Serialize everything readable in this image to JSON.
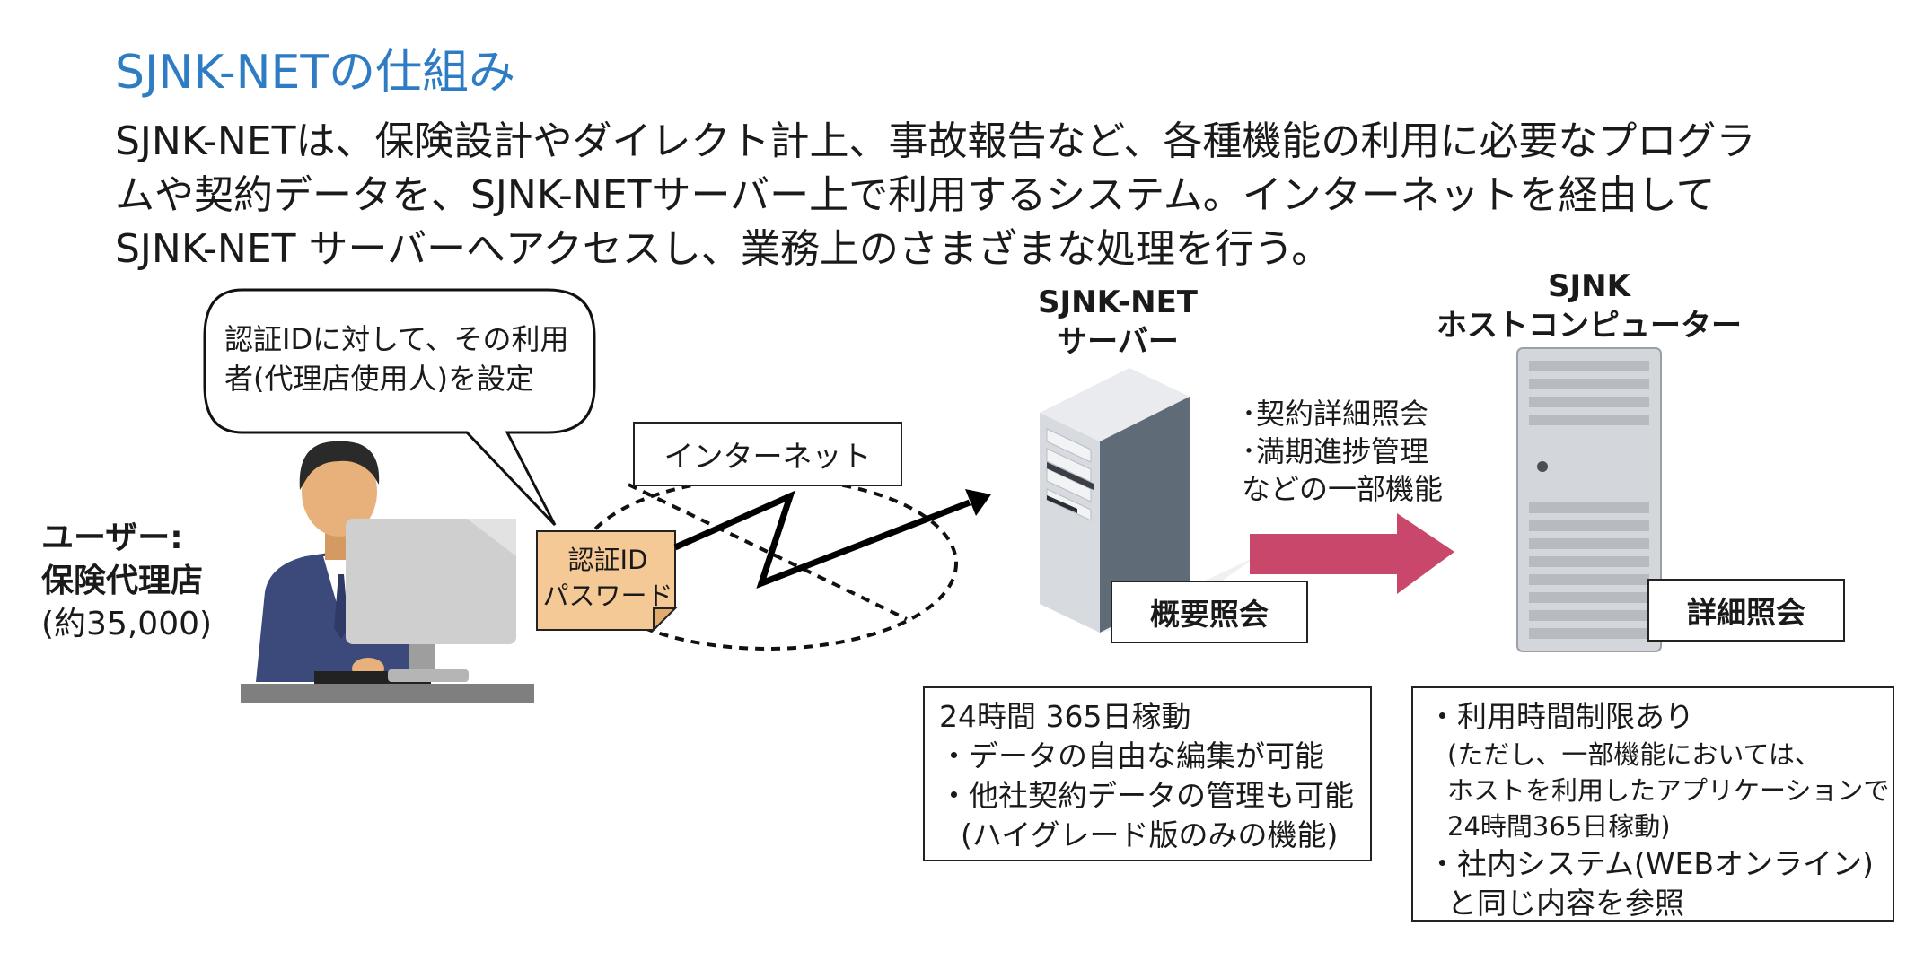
{
  "title": "SJNK-NETの仕組み",
  "description": [
    "SJNK-NETは、保険設計やダイレクト計上、事故報告など、各種機能の利用に必要なプログラ",
    "ムや契約データを、SJNK-NETサーバー上で利用するシステム。インターネットを経由して",
    "SJNK-NET サーバーへアクセスし、業務上のさまざまな処理を行う。"
  ],
  "user": {
    "label_line1": "ユーザー:",
    "label_line2": "保険代理店",
    "label_line3": "(約35,000)"
  },
  "speech_bubble": {
    "line1": "認証IDに対して、その利用",
    "line2": "者(代理店使用人)を設定"
  },
  "credential_note": {
    "line1": "認証ID",
    "line2": "パスワード"
  },
  "internet": {
    "label": "インターネット"
  },
  "server": {
    "title_line1": "SJNK-NET",
    "title_line2": "サーバー",
    "query_label": "概要照会"
  },
  "transfer_note": {
    "line1": "･契約詳細照会",
    "line2": "･満期進捗管理",
    "line3": "などの一部機能"
  },
  "host": {
    "title_line1": "SJNK",
    "title_line2": "ホストコンピューター",
    "query_label": "詳細照会"
  },
  "server_info": {
    "line1": "24時間 365日稼動",
    "line2": "・データの自由な編集が可能",
    "line3": "・他社契約データの管理も可能",
    "line4": "(ハイグレード版のみの機能)"
  },
  "host_info": {
    "line1": "・利用時間制限あり",
    "line2": "(ただし、一部機能においては、",
    "line3": "ホストを利用したアプリケーションで",
    "line4": "24時間365日稼動)",
    "line5": "・社内システム(WEBオンライン)",
    "line6": "と同じ内容を参照"
  },
  "colors": {
    "title": "#2e7dc4",
    "arrow": "#c9476a",
    "note_fill": "#f5c995",
    "suit": "#3b4a7a",
    "skin": "#e8b07a",
    "monitor": "#cfcfcf"
  }
}
